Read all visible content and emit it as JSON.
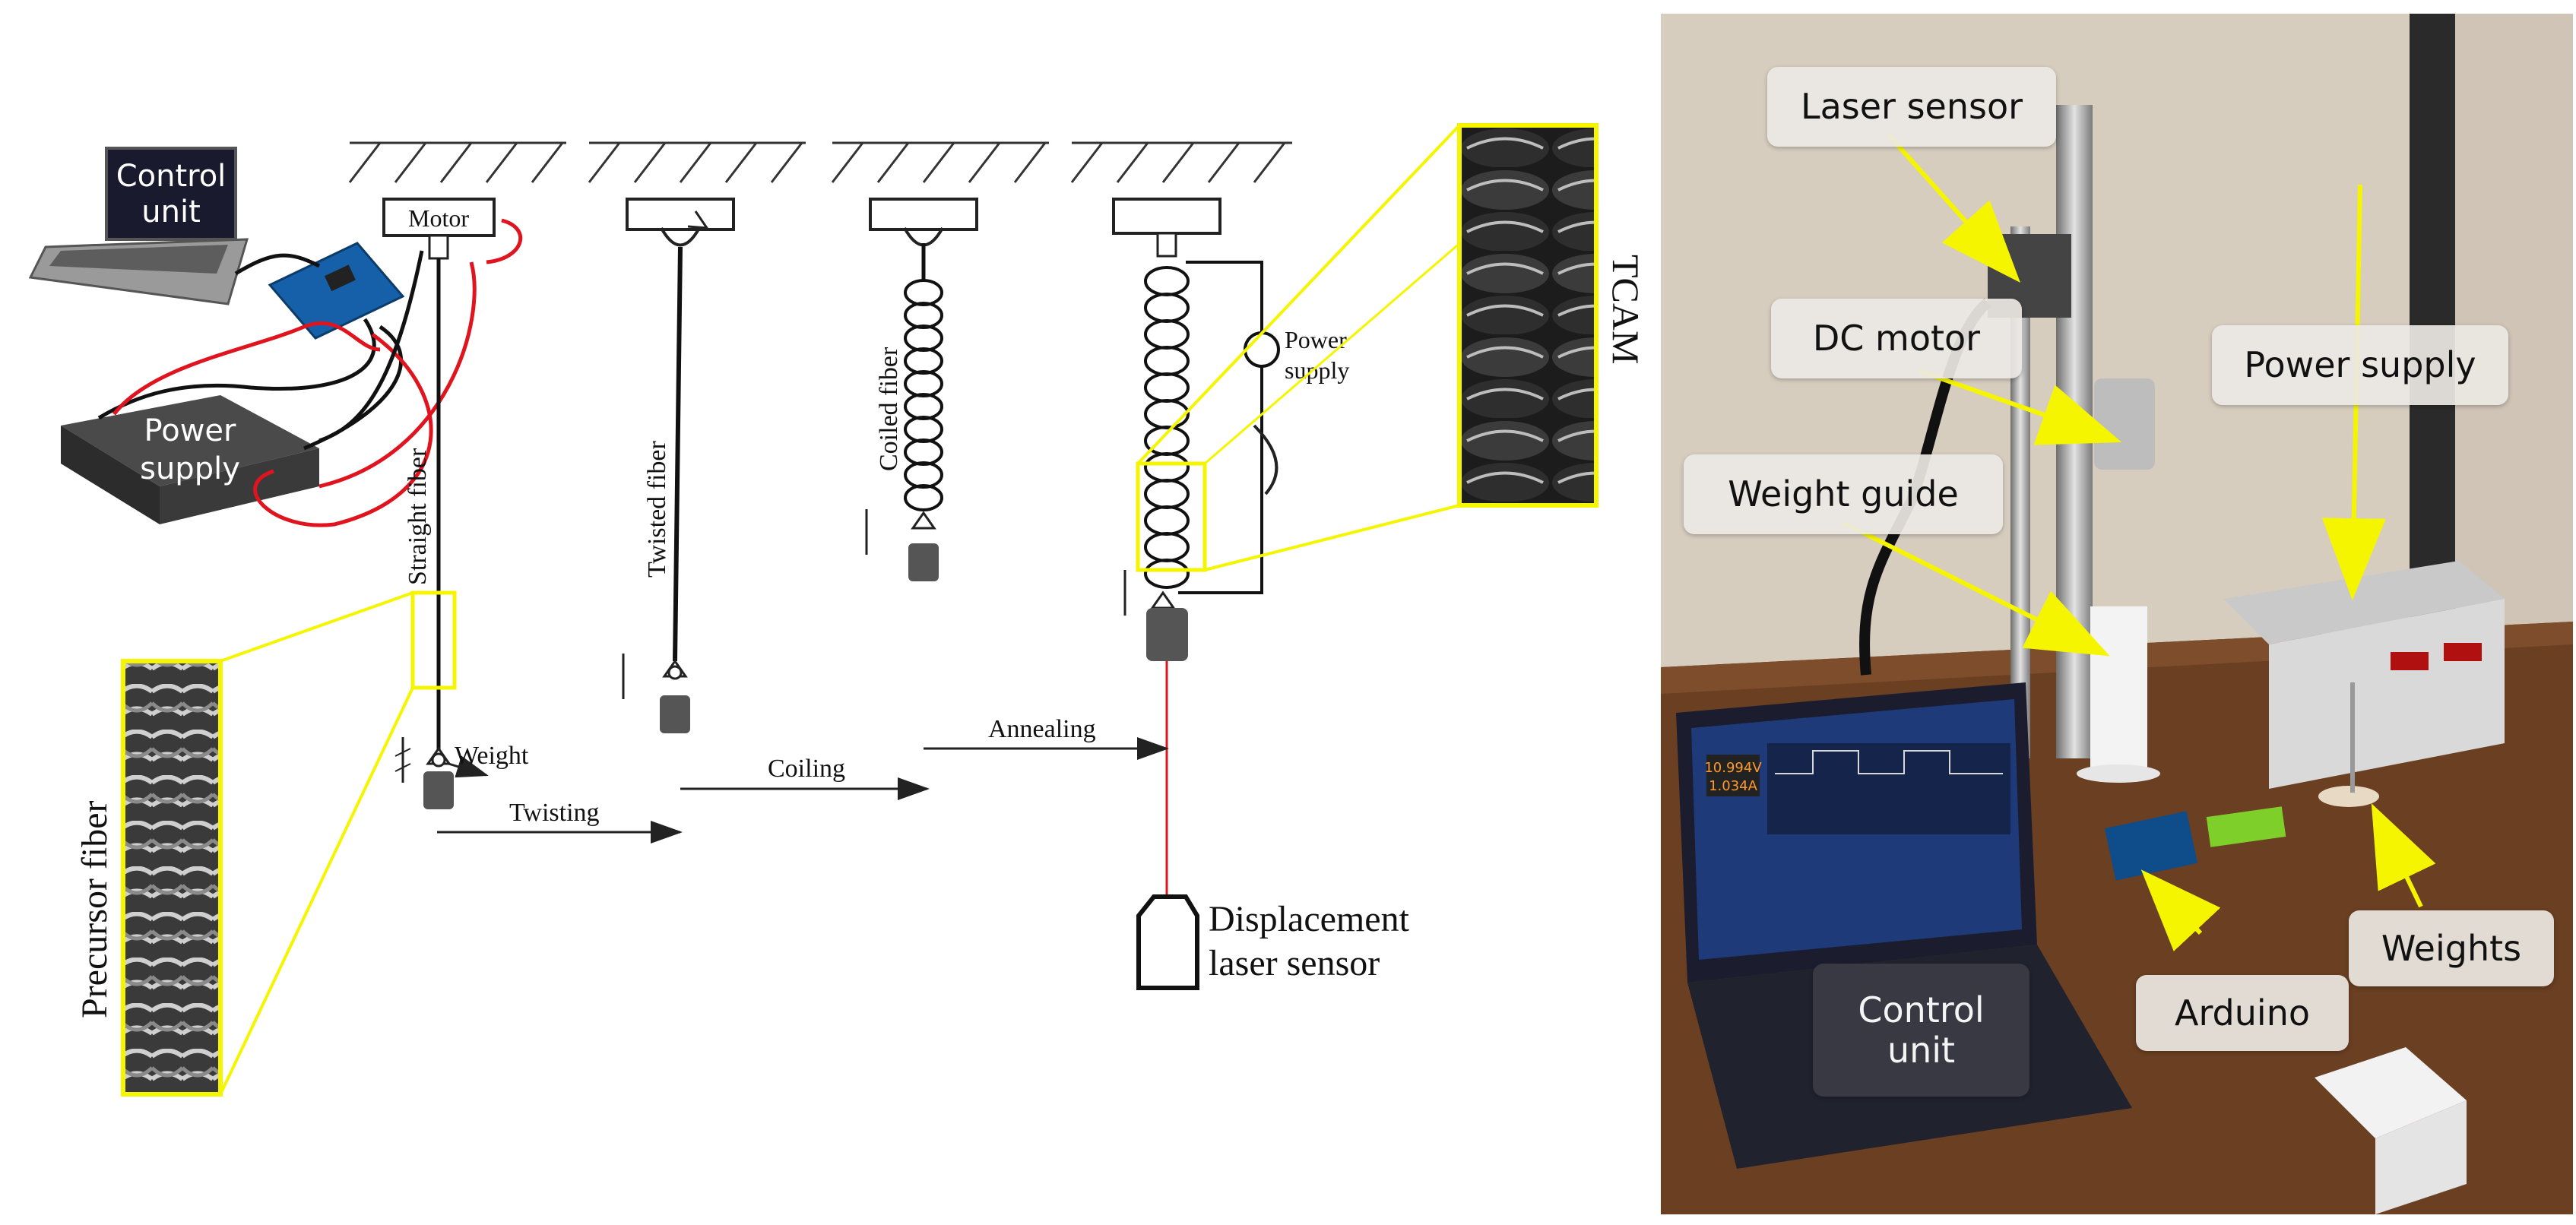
{
  "schematic": {
    "control_unit_label": [
      "Control",
      "unit"
    ],
    "power_supply_label": [
      "Power",
      "supply"
    ],
    "motor_label": "Motor",
    "straight_fiber_label": "Straight fiber",
    "twisted_fiber_label": "Twisted fiber",
    "coiled_fiber_label": "Coiled fiber",
    "weight_label": "Weight",
    "precursor_fiber_label": "Precursor fiber",
    "tcam_label": "TCAM",
    "power_supply_small_label": [
      "Power",
      "supply"
    ],
    "stage_labels": {
      "twisting": "Twisting",
      "coiling": "Coiling",
      "annealing": "Annealing"
    },
    "displacement_label": [
      "Displacement",
      "laser sensor"
    ],
    "colors": {
      "highlight": "#f5f500",
      "wire_red": "#e0141e",
      "laser": "#e0141e"
    }
  },
  "photo": {
    "laser_sensor": "Laser sensor",
    "dc_motor": "DC motor",
    "power_supply": "Power supply",
    "weight_guide": "Weight guide",
    "weights": "Weights",
    "arduino": "Arduino",
    "control_unit": [
      "Control",
      "unit"
    ],
    "screen_readout": [
      "10.994V",
      "1.034A"
    ],
    "arrow_color": "#f5f500"
  }
}
